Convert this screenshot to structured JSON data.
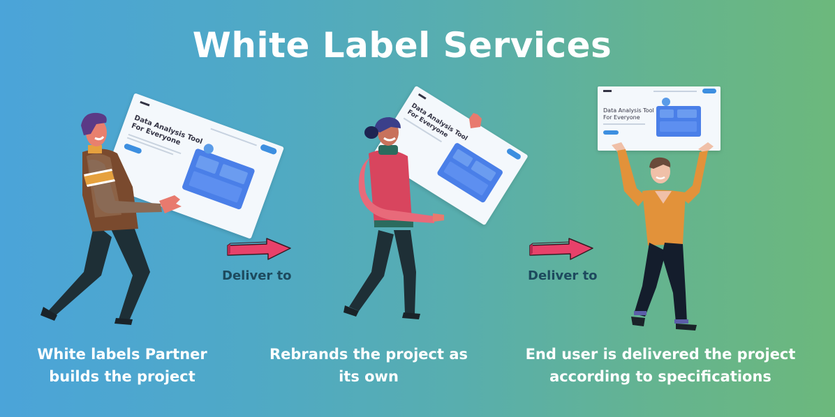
{
  "title": "White Label Services",
  "colors": {
    "background_start": "#4ba4d9",
    "background_end": "#6cb87c",
    "text": "#ffffff",
    "deliver_text": "#1d4a5e",
    "arrow": "#e8416a"
  },
  "mockup": {
    "headline_line1": "Data Analysis Tool",
    "headline_line2": "For Everyone"
  },
  "steps": [
    {
      "caption_line1": "White labels Partner",
      "caption_line2": "builds the project",
      "figure": "man-carrying-mockup"
    },
    {
      "caption_line1": "Rebrands the project as",
      "caption_line2": "its own",
      "figure": "woman-carrying-mockup"
    },
    {
      "caption_line1": "End user is delivered the project",
      "caption_line2": "according to  specifications",
      "figure": "man-holding-mockup-overhead"
    }
  ],
  "connectors": [
    {
      "label": "Deliver to",
      "icon": "arrow-right-icon"
    },
    {
      "label": "Deliver to",
      "icon": "arrow-right-icon"
    }
  ]
}
